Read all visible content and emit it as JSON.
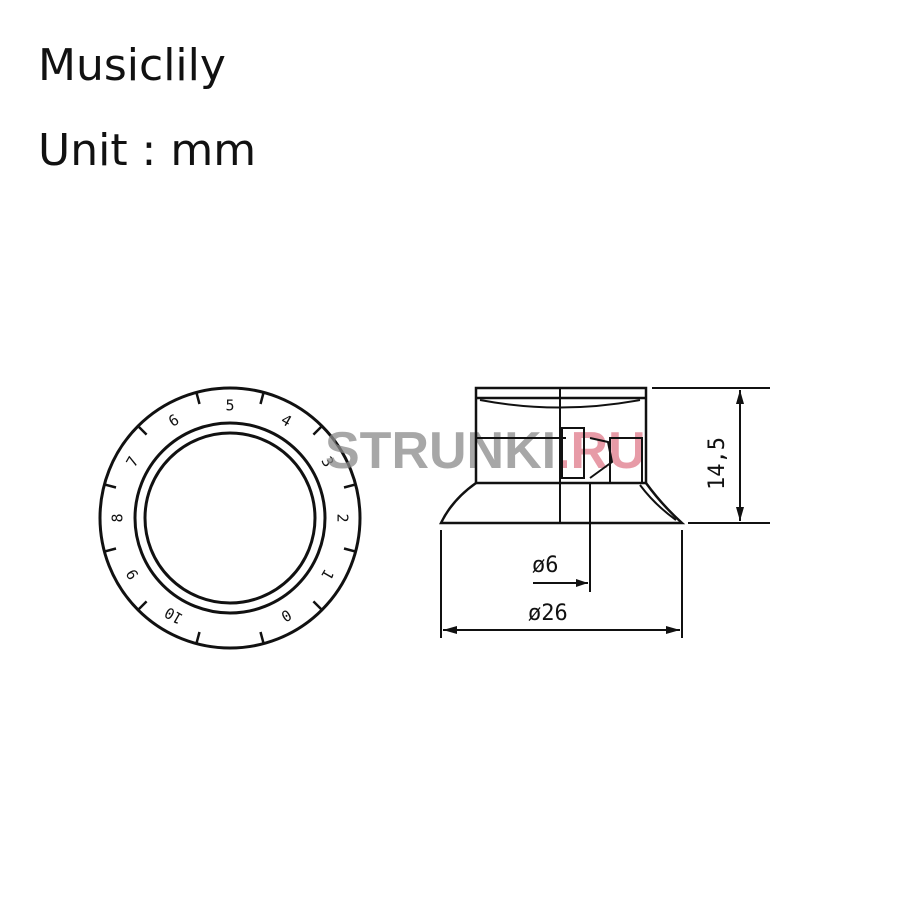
{
  "header": {
    "brand": "Musiclily",
    "unit_label": "Unit : mm"
  },
  "dial": {
    "numbers": [
      "0",
      "1",
      "2",
      "3",
      "4",
      "5",
      "6",
      "7",
      "8",
      "9",
      "10"
    ]
  },
  "side_view": {
    "height_label": "14,5",
    "shaft_diameter_label": "ø6",
    "base_diameter_label": "ø26"
  },
  "watermark": {
    "main": "STRUNKI",
    "suffix": ".RU",
    "main_color": "#8a8a8a",
    "suffix_color": "#e07a8a"
  }
}
